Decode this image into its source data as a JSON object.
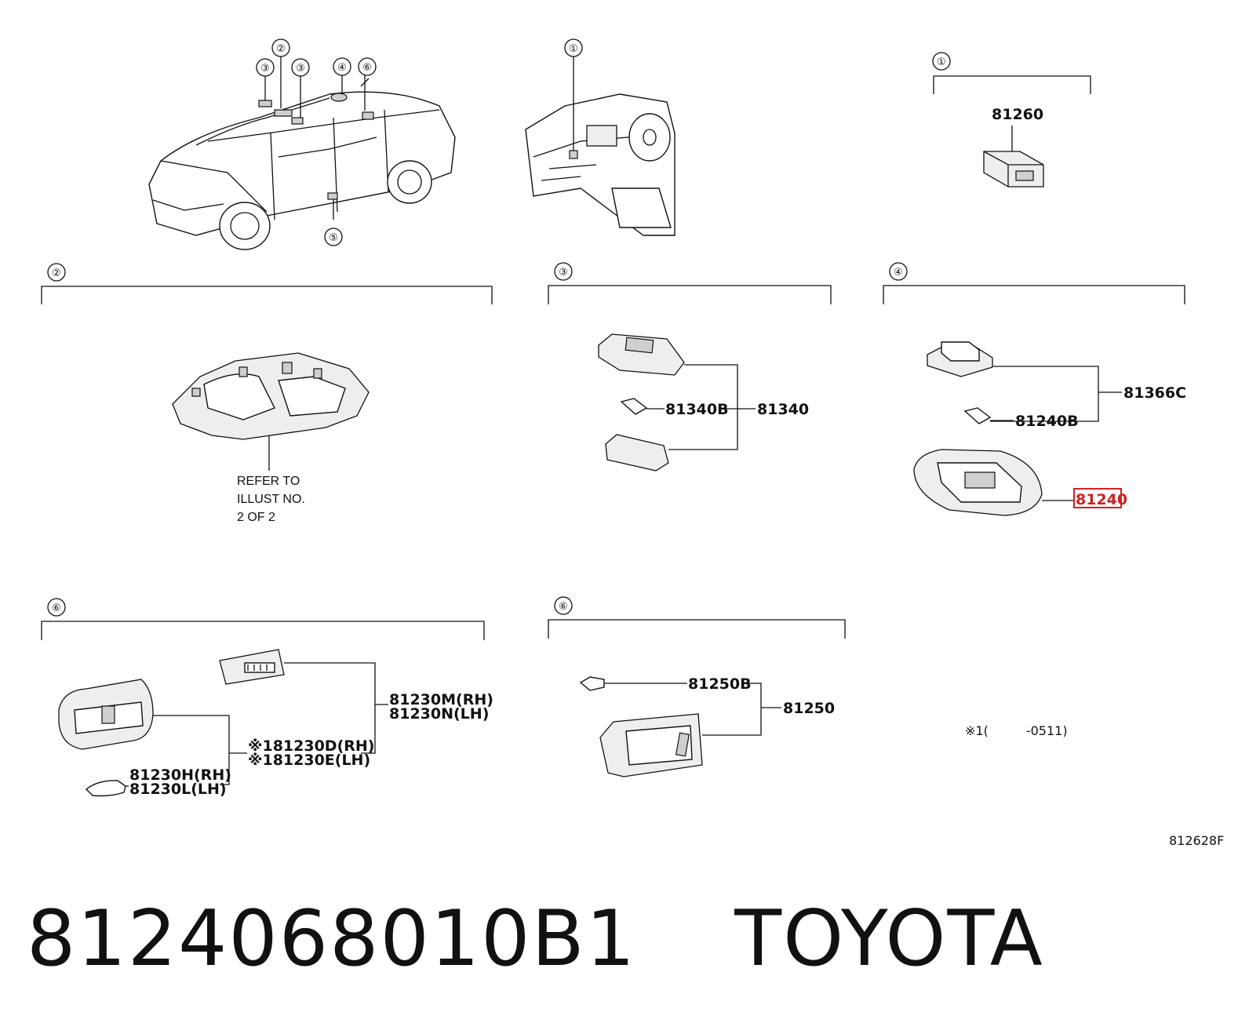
{
  "part_number": "8124068010B1",
  "brand": "TOYOTA",
  "illustration_code": "812628F",
  "refer_note": [
    "REFER TO",
    "ILLUST NO.",
    "2 OF 2"
  ],
  "callouts": {
    "c1": "①",
    "c2": "②",
    "c3": "③",
    "c4": "④",
    "c5": "⑤",
    "c6": "⑥"
  },
  "section1": {
    "part": "81260"
  },
  "section3": {
    "bulb": "81340B",
    "assembly": "81340"
  },
  "section4": {
    "assembly": "81366C",
    "bulb": "81240B",
    "highlighted": "81240"
  },
  "section6a": {
    "lamp_rh": "81230M(RH)",
    "lamp_lh": "81230N(LH)",
    "socket_rh": "※181230D(RH)",
    "socket_lh": "※181230E(LH)",
    "bulb_rh": "81230H(RH)",
    "bulb_lh": "81230L(LH)"
  },
  "section6b": {
    "bulb": "81250B",
    "assembly": "81250"
  },
  "footnote": "※1(　　　-0511)",
  "highlight_color": "#cc2222"
}
